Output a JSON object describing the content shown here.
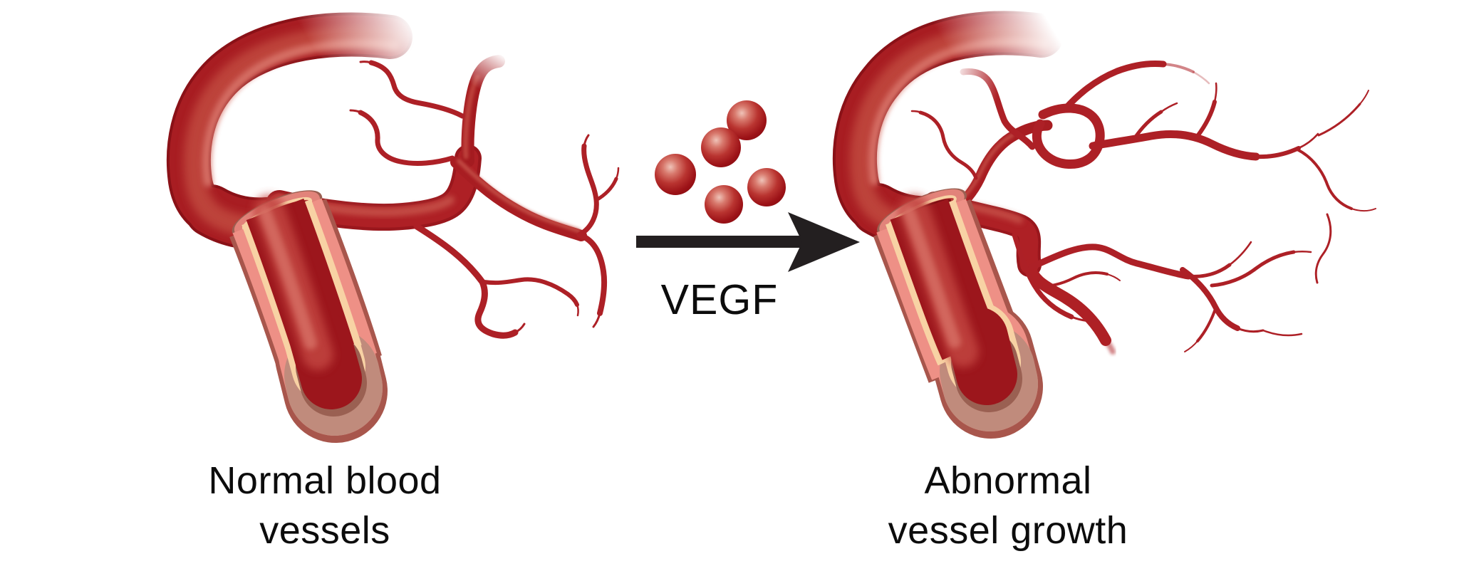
{
  "page": {
    "type": "medical-diagram",
    "subject": "VEGF induced angiogenesis"
  },
  "left_figure": {
    "name": "normal-blood-vessels",
    "caption_line1": "Normal blood",
    "caption_line2": "vessels"
  },
  "process": {
    "label": "VEGF",
    "molecule_count": 5,
    "direction": "left-to-right"
  },
  "right_figure": {
    "name": "abnormal-vessel-growth",
    "caption_line1": "Abnormal",
    "caption_line2": "vessel growth"
  },
  "colors": {
    "background": "#ffffff",
    "label_text": "#0c0c0c",
    "arrow": "#231f20",
    "vessel_dark": "#8a1117",
    "vessel_mid": "#a81d22",
    "vessel_highlight": "#d4645c",
    "branch_red": "#ad2026",
    "wall_pink": "#ee9086",
    "wall_cream": "#f8d2a4",
    "cut_face": "#c08b7c",
    "cut_edge": "#8d5a49",
    "lumen_dark": "#9c161c",
    "molecule_dark": "#860c11",
    "molecule_light": "#efc3b8"
  }
}
